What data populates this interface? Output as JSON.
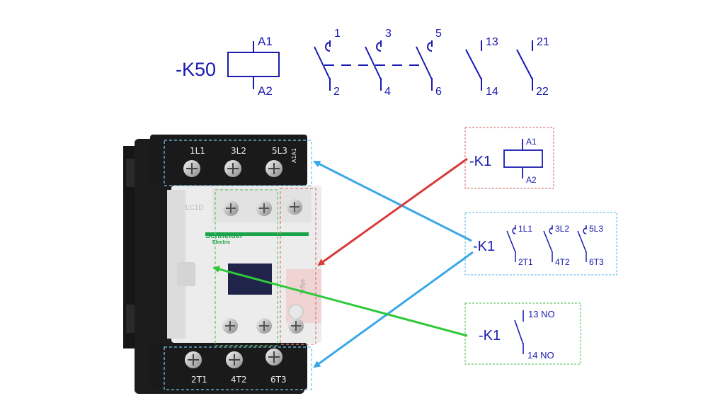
{
  "colors": {
    "symbol": "#1a1ab0",
    "arrow_red": "#d93a3a",
    "arrow_blue": "#3aa8e8",
    "arrow_green": "#2fc83a",
    "box_red": "#d98080",
    "box_blue": "#6fc3ea",
    "box_green": "#6cc86c",
    "contactor_black": "#1c1c1c",
    "contactor_white": "#eaeaea",
    "brand_green": "#1aa34a"
  },
  "top_symbol": {
    "tag": "-K50",
    "coil": {
      "a1": "A1",
      "a2": "A2"
    },
    "poles": [
      {
        "top": "1",
        "bottom": "2"
      },
      {
        "top": "3",
        "bottom": "4"
      },
      {
        "top": "5",
        "bottom": "6"
      }
    ],
    "no_contact": {
      "top": "13",
      "bottom": "14"
    },
    "nc_contact": {
      "top": "21",
      "bottom": "22"
    }
  },
  "contactor": {
    "top_terminals": [
      "1L1",
      "3L2",
      "5L3"
    ],
    "bottom_terminals": [
      "2T1",
      "4T2",
      "6T3"
    ],
    "brand": "Schneider",
    "brand_sub": "Electric",
    "model": "LC1D",
    "series": "TeSys",
    "side_code": "A1A1"
  },
  "legend": {
    "coil": {
      "tag": "-K1",
      "a1": "A1",
      "a2": "A2"
    },
    "power": {
      "tag": "-K1",
      "poles": [
        {
          "top": "1L1",
          "bottom": "2T1"
        },
        {
          "top": "3L2",
          "bottom": "4T2"
        },
        {
          "top": "5L3",
          "bottom": "6T3"
        }
      ]
    },
    "aux": {
      "tag": "-K1",
      "top": "13 NO",
      "bottom": "14 NO"
    }
  }
}
